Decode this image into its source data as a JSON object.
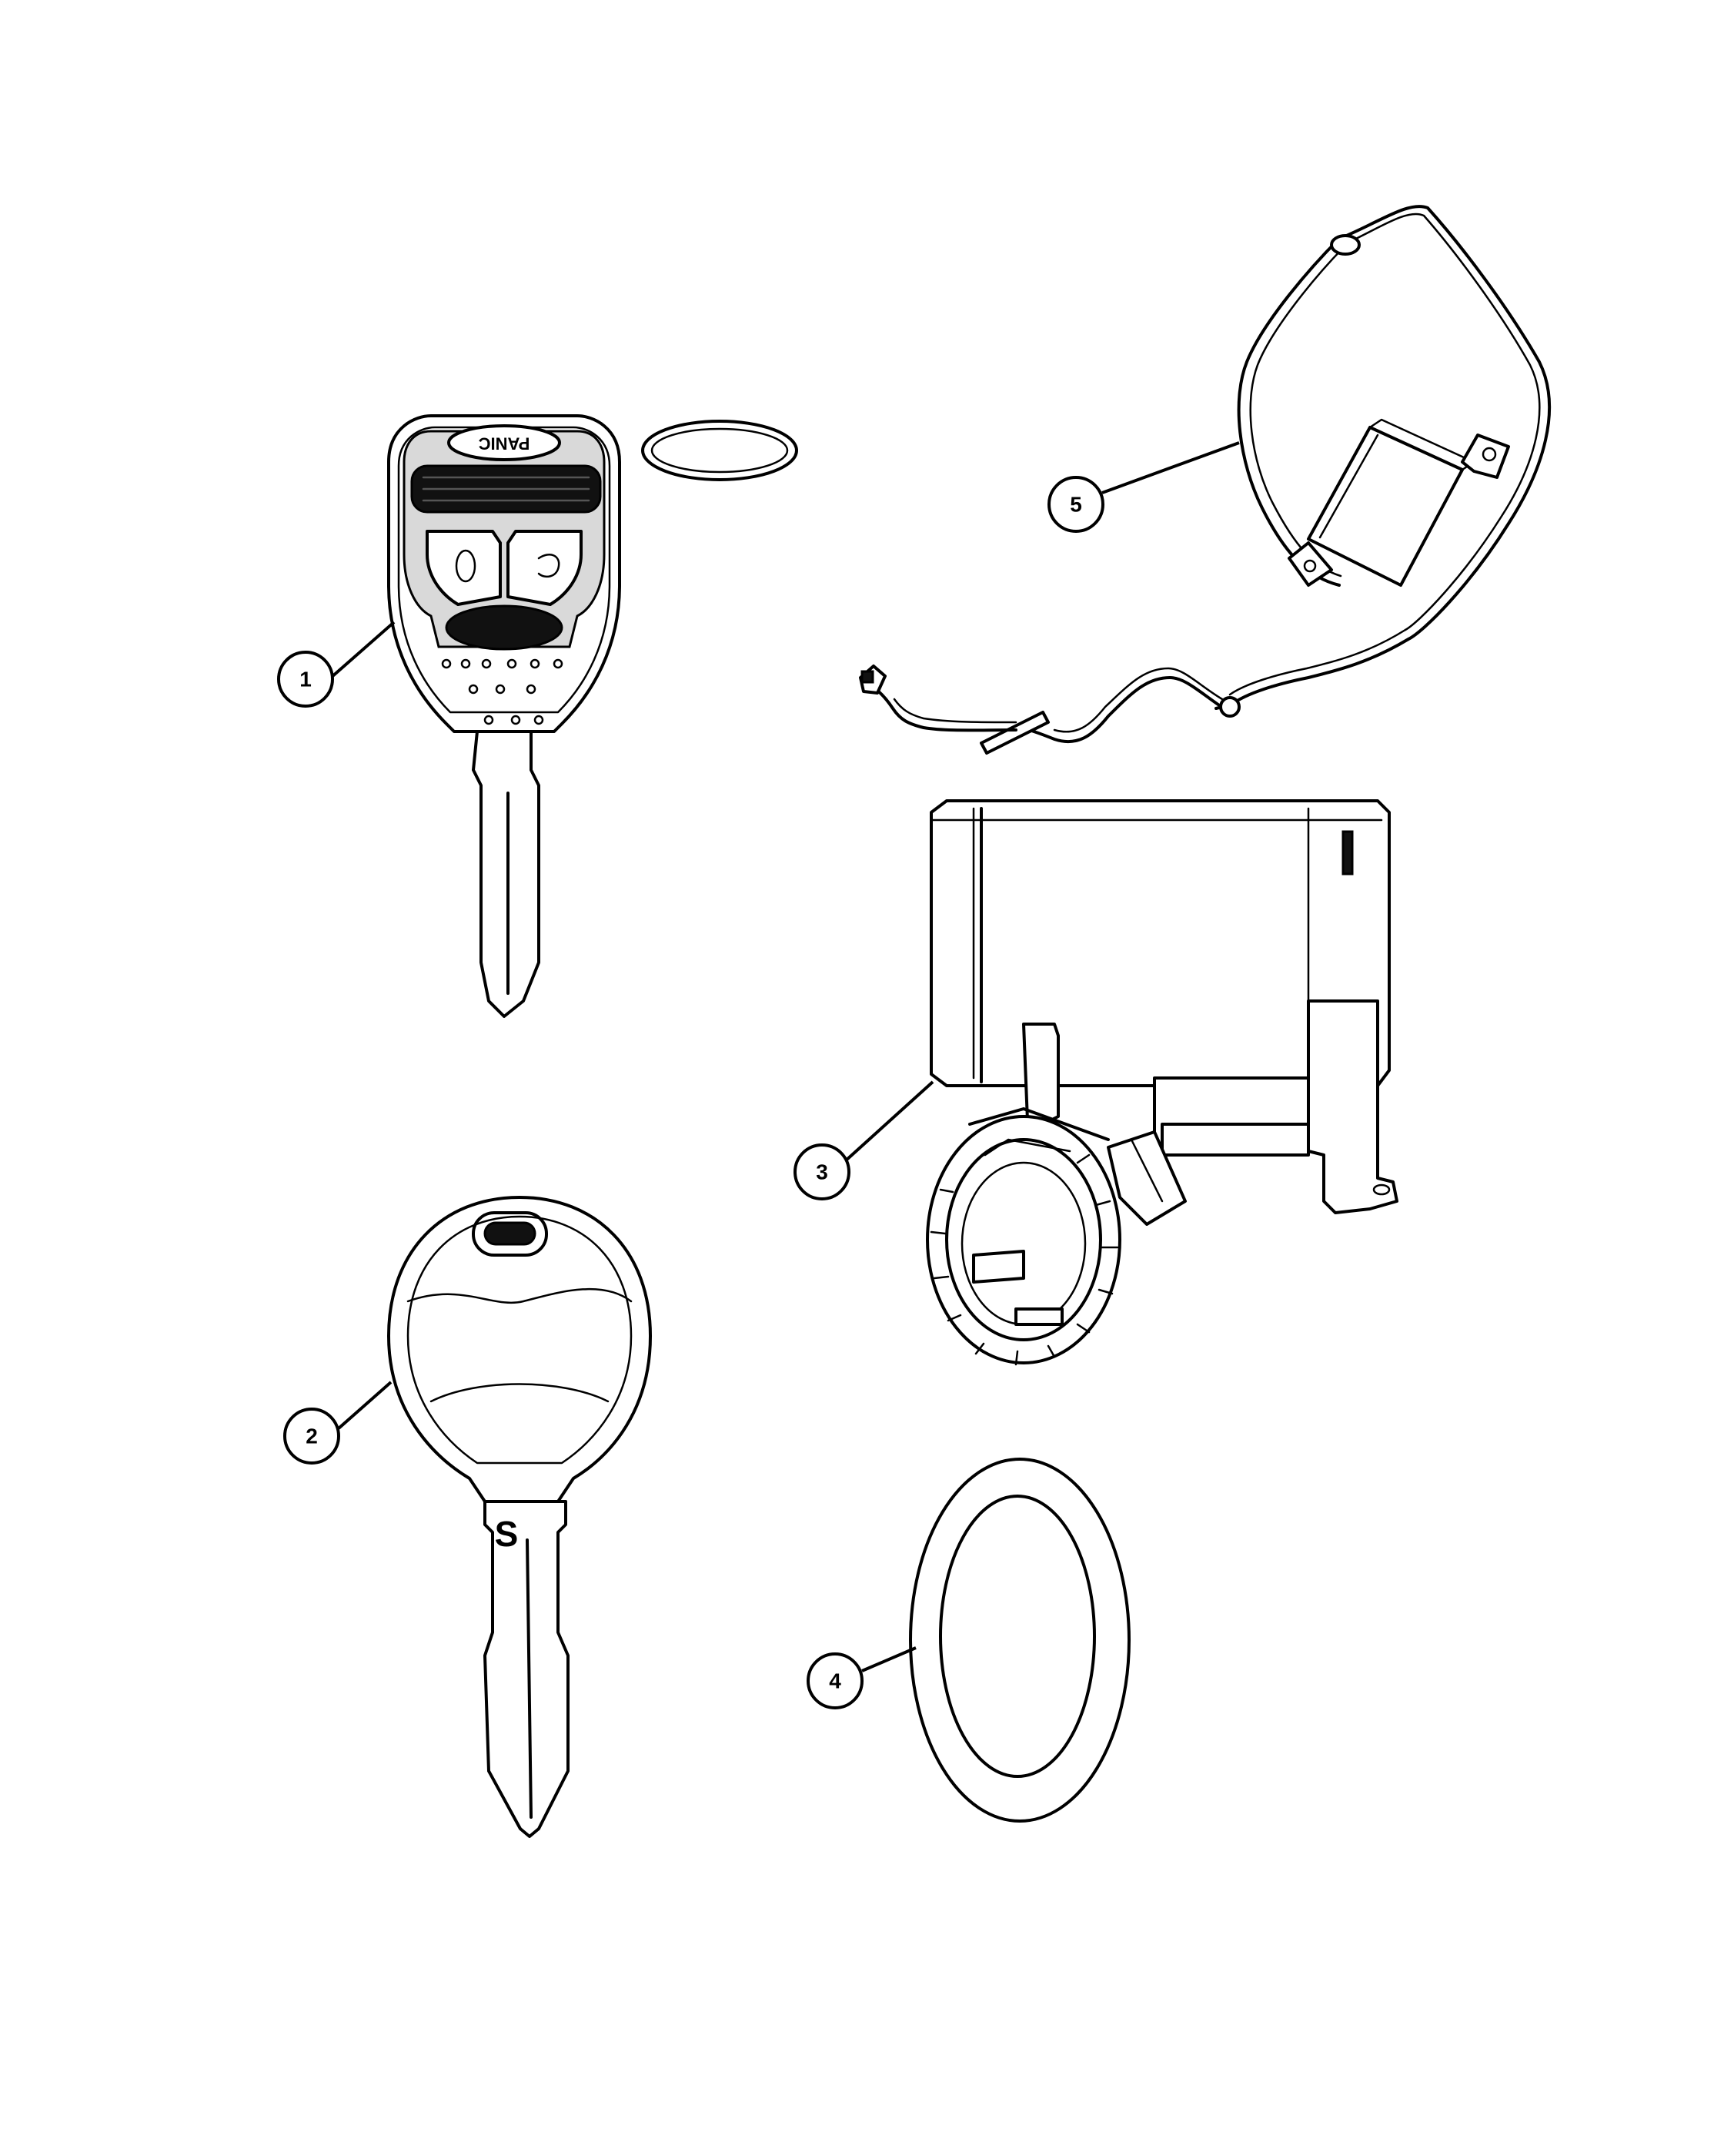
{
  "diagram": {
    "background_color": "#ffffff",
    "line_color": "#000000",
    "parts": [
      {
        "callout": "1",
        "name": "remote key fob"
      },
      {
        "callout": "2",
        "name": "key blank"
      },
      {
        "callout": "3",
        "name": "immobilizer module"
      },
      {
        "callout": "4",
        "name": "seal ring"
      },
      {
        "callout": "5",
        "name": "antenna"
      }
    ],
    "fob_panic_label": "PANIC",
    "key_letter": "S"
  }
}
